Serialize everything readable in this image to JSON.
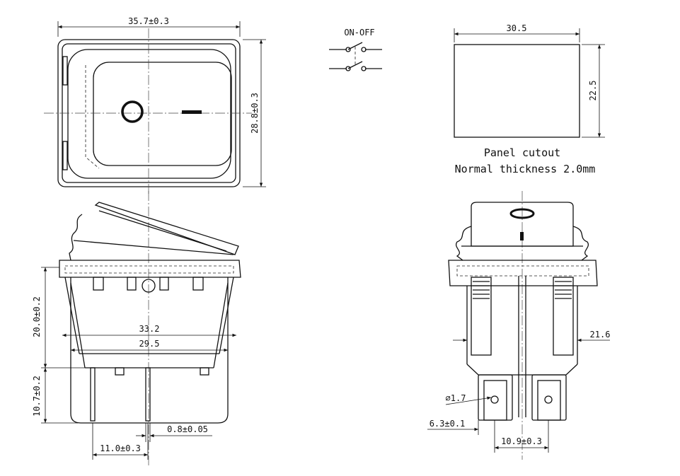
{
  "dimensions": {
    "front_width": "35.7±0.3",
    "front_height": "28.8±0.3",
    "side_depth_upper": "20.0±0.2",
    "side_depth_lower": "10.7±0.2",
    "width_33_2": "33.2",
    "width_29_5": "29.5",
    "terminal_thickness": "0.8±0.05",
    "terminal_spacing_side": "11.0±0.3",
    "cutout_width": "30.5",
    "cutout_height": "22.5",
    "inner_width": "21.6",
    "hole_diameter": "⌀1.7",
    "terminal_width": "6.3±0.1",
    "terminal_spacing_end": "10.9±0.3"
  },
  "labels": {
    "switch_type": "ON-OFF",
    "cutout_title": "Panel cutout",
    "cutout_note": "Normal thickness 2.0mm"
  }
}
